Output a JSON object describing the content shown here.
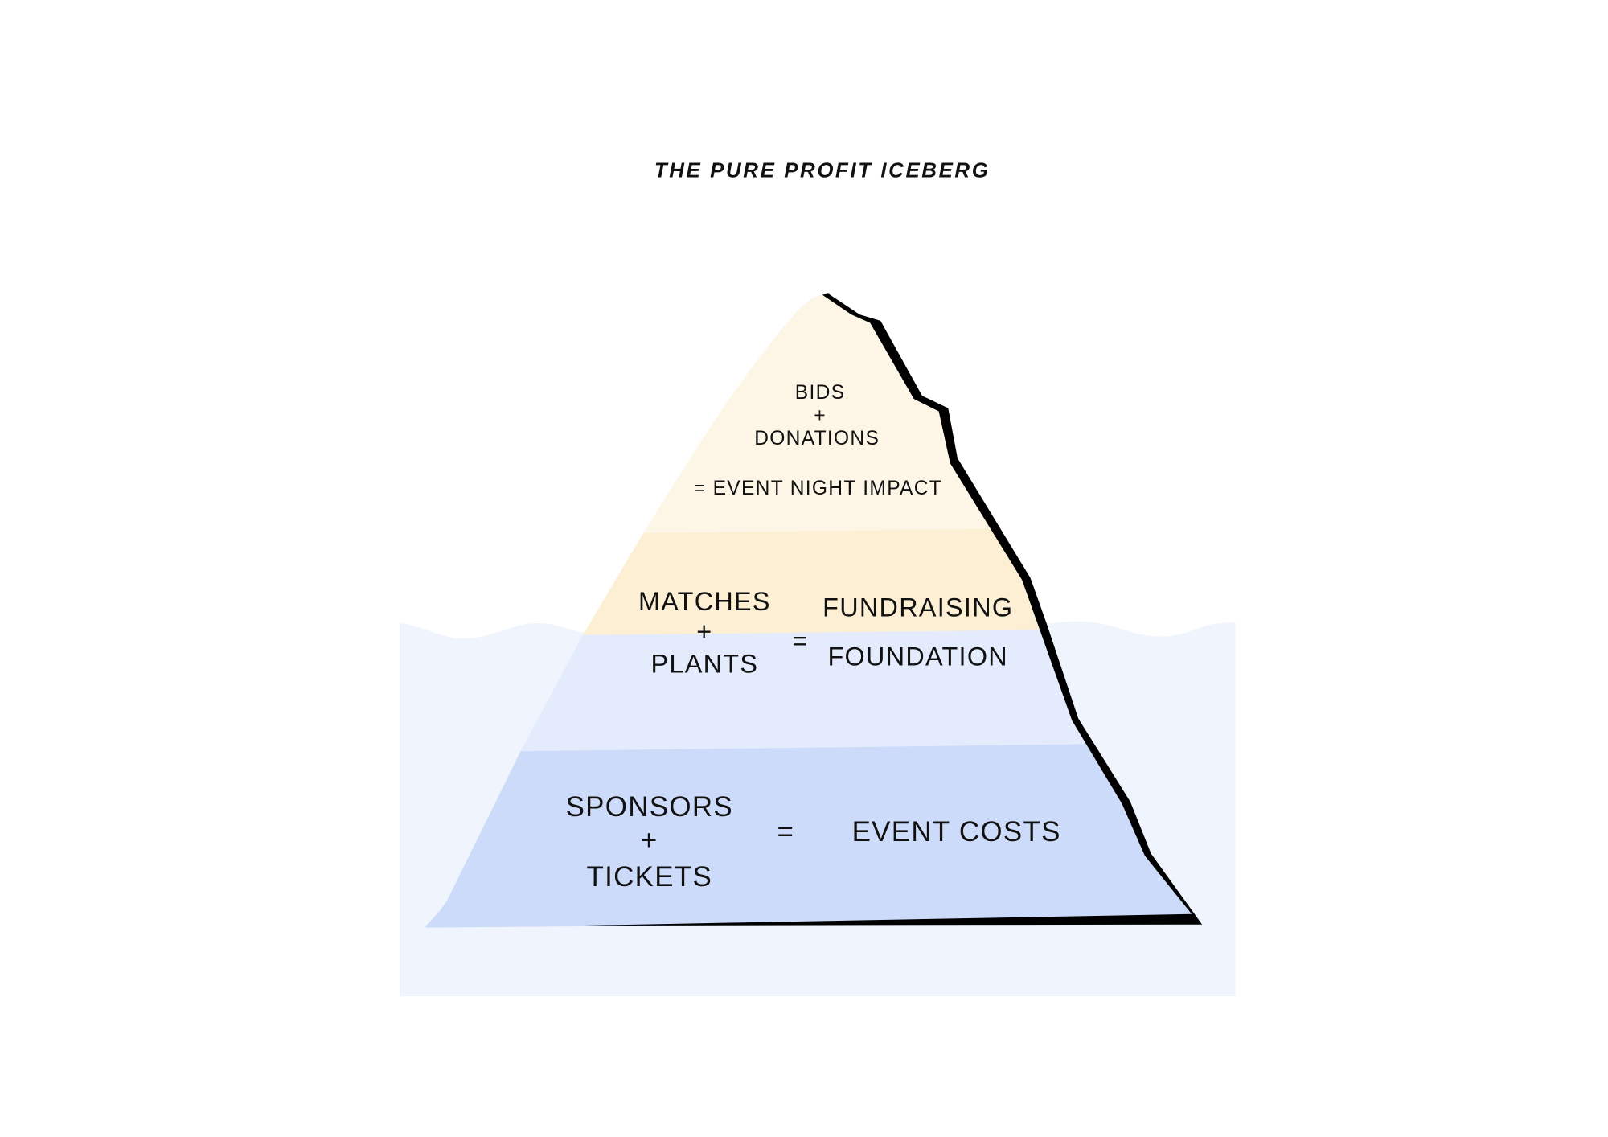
{
  "title": "THE PURE PROFIT ICEBERG",
  "colors": {
    "water": "#eff4fd",
    "tier1": "#fdf6e6",
    "tier2": "#fdefd3",
    "tier3": "#e3ebfc",
    "tier4": "#cddbfa",
    "outline": "#000000"
  },
  "tiers": [
    {
      "line1": "BIDS",
      "plus": "+",
      "line2": "DONATIONS",
      "result": "= EVENT NIGHT IMPACT"
    },
    {
      "line1": "MATCHES",
      "plus": "+",
      "line2": "PLANTS",
      "equals": "=",
      "result1": "FUNDRAISING",
      "result2": "FOUNDATION"
    },
    {
      "line1": "SPONSORS",
      "plus": "+",
      "line2": "TICKETS",
      "equals": "=",
      "result": "EVENT COSTS"
    }
  ]
}
